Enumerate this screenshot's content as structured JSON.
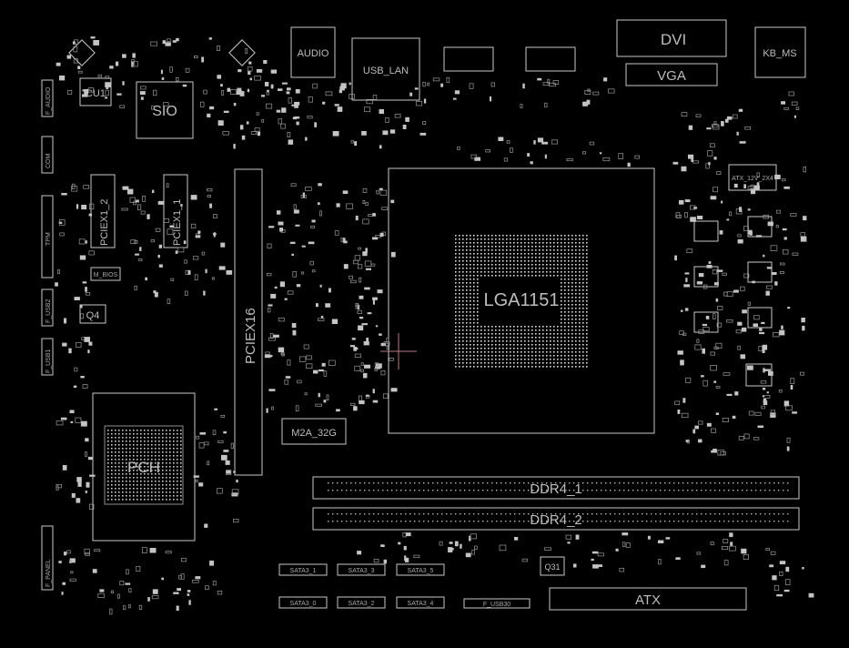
{
  "labels": {
    "dvi": "DVI",
    "vga": "VGA",
    "kb_ms": "KB_MS",
    "audio": "AUDIO",
    "usb_lan": "USB_LAN",
    "sio": "SIO",
    "cu1": "CU1",
    "lga": "LGA1151",
    "pciex16": "PCIEX16",
    "pciex1_2": "PCIEX1_2",
    "pciex1_1": "PCIEX1_1",
    "m2a": "M2A_32G",
    "ddr4_1": "DDR4_1",
    "ddr4_2": "DDR4_2",
    "atx": "ATX",
    "pch": "PCH",
    "q4": "Q4",
    "q31": "Q31",
    "f_panel": "F_PANEL",
    "sata3_0": "SATA3_0",
    "sata3_1": "SATA3_1",
    "sata3_2": "SATA3_2",
    "sata3_3": "SATA3_3",
    "sata3_4": "SATA3_4",
    "sata3_5": "SATA3_5",
    "f_usb30": "F_USB30",
    "f_audio": "F_AUDIO",
    "com": "COM",
    "tpm": "TPM",
    "f_usb2": "F_USB2",
    "f_usb1": "F_USB1",
    "m_bios": "M_BIOS",
    "atx_12v": "ATX_12V_2X4"
  }
}
